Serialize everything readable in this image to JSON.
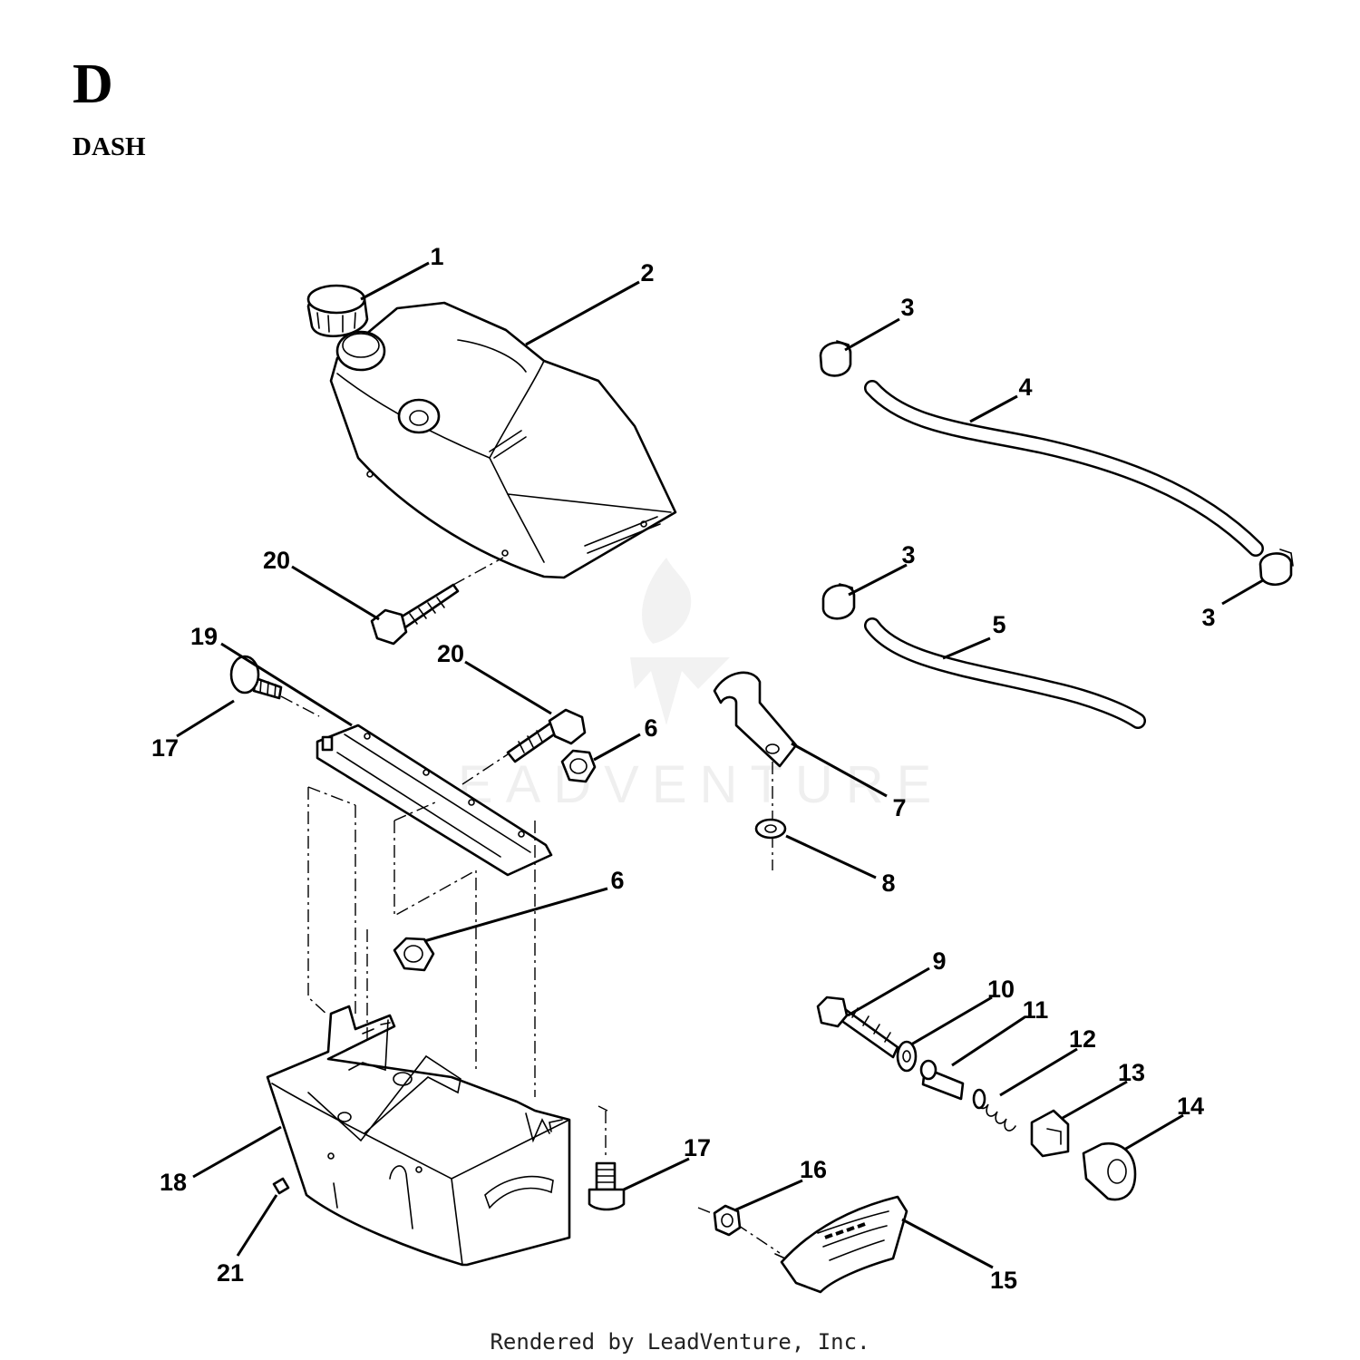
{
  "section": {
    "letter": "D",
    "name": "DASH"
  },
  "watermark": "LEADVENTURE",
  "footer": "Rendered by LeadVenture, Inc.",
  "callouts": [
    {
      "label": "1"
    },
    {
      "label": "2"
    },
    {
      "label": "3"
    },
    {
      "label": "4"
    },
    {
      "label": "3"
    },
    {
      "label": "5"
    },
    {
      "label": "3"
    },
    {
      "label": "20"
    },
    {
      "label": "19"
    },
    {
      "label": "20"
    },
    {
      "label": "17"
    },
    {
      "label": "6"
    },
    {
      "label": "7"
    },
    {
      "label": "8"
    },
    {
      "label": "6"
    },
    {
      "label": "9"
    },
    {
      "label": "10"
    },
    {
      "label": "11"
    },
    {
      "label": "12"
    },
    {
      "label": "13"
    },
    {
      "label": "14"
    },
    {
      "label": "17"
    },
    {
      "label": "16"
    },
    {
      "label": "18"
    },
    {
      "label": "15"
    },
    {
      "label": "21"
    }
  ]
}
